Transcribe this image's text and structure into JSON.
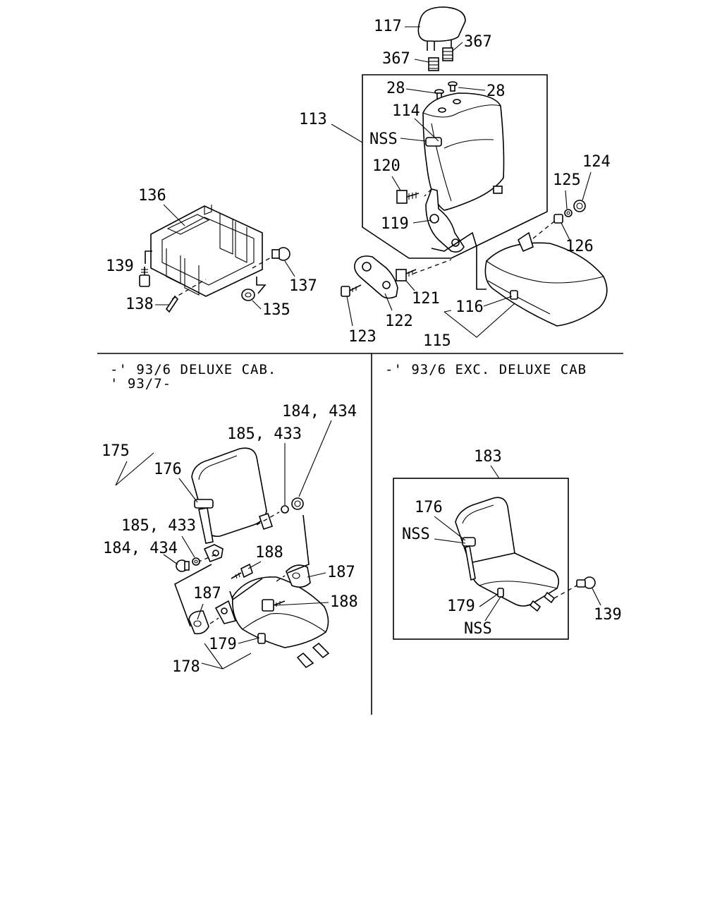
{
  "sections": {
    "top": {
      "callouts": [
        "117",
        "367",
        "367",
        "28",
        "28",
        "114",
        "113",
        "NSS",
        "120",
        "119",
        "136",
        "139",
        "137",
        "135",
        "138",
        "121",
        "122",
        "123",
        "124",
        "125",
        "126",
        "116",
        "115"
      ]
    },
    "bottom_left": {
      "header_line1": "-' 93/6 DELUXE CAB.",
      "header_line2": "' 93/7-",
      "callouts": [
        "184, 434",
        "185, 433",
        "175",
        "176",
        "185, 433",
        "184, 434",
        "188",
        "187",
        "187",
        "188",
        "179",
        "178"
      ]
    },
    "bottom_right": {
      "header_line1": "-' 93/6 EXC. DELUXE CAB",
      "callouts": [
        "183",
        "176",
        "NSS",
        "179",
        "NSS",
        "139"
      ]
    }
  },
  "colors": {
    "line": "#000000",
    "background": "#ffffff"
  }
}
